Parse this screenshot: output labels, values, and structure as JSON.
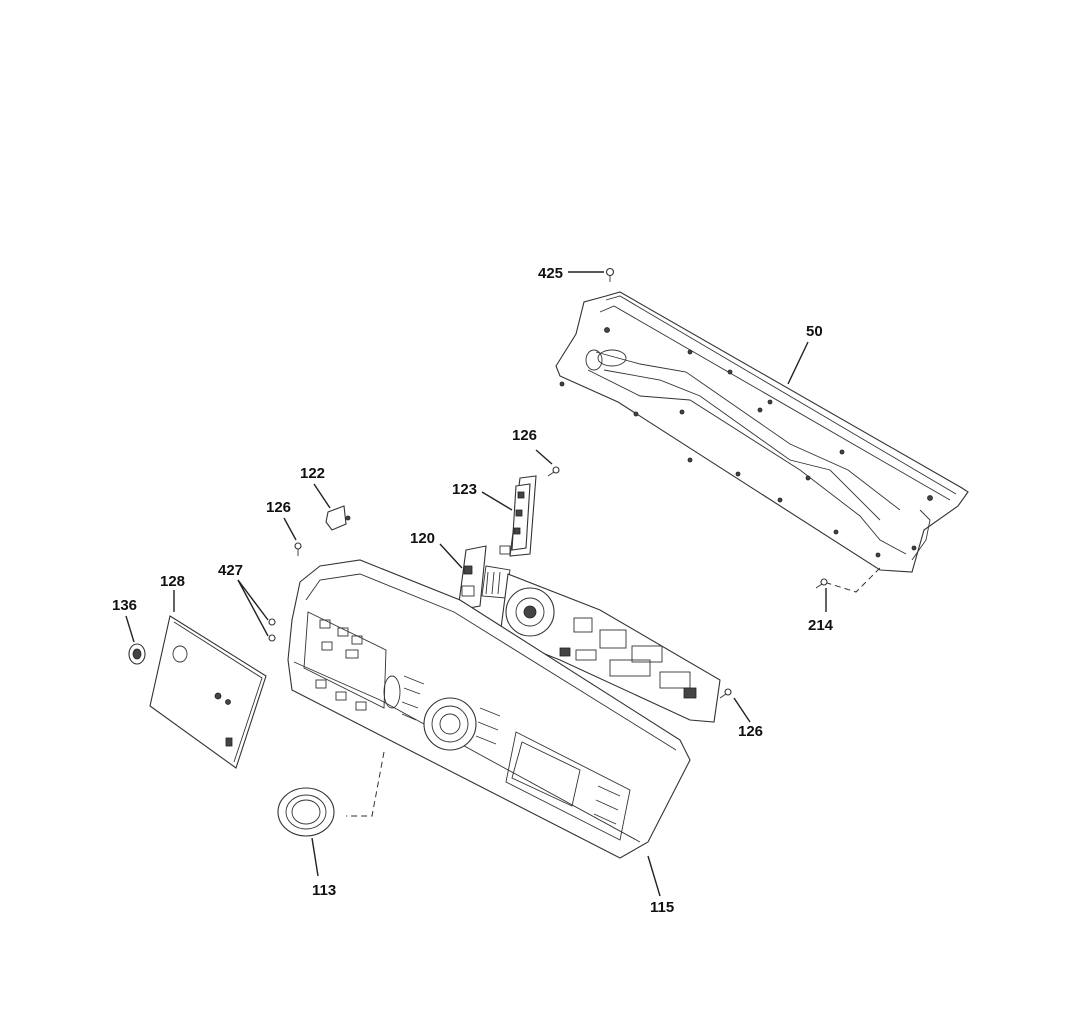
{
  "callouts": [
    {
      "id": "425",
      "text": "425"
    },
    {
      "id": "50",
      "text": "50"
    },
    {
      "id": "126_top",
      "text": "126"
    },
    {
      "id": "123",
      "text": "123"
    },
    {
      "id": "122",
      "text": "122"
    },
    {
      "id": "126_left",
      "text": "126"
    },
    {
      "id": "120",
      "text": "120"
    },
    {
      "id": "427",
      "text": "427"
    },
    {
      "id": "128",
      "text": "128"
    },
    {
      "id": "136",
      "text": "136"
    },
    {
      "id": "214",
      "text": "214"
    },
    {
      "id": "126_right",
      "text": "126"
    },
    {
      "id": "113",
      "text": "113"
    },
    {
      "id": "115",
      "text": "115"
    }
  ]
}
